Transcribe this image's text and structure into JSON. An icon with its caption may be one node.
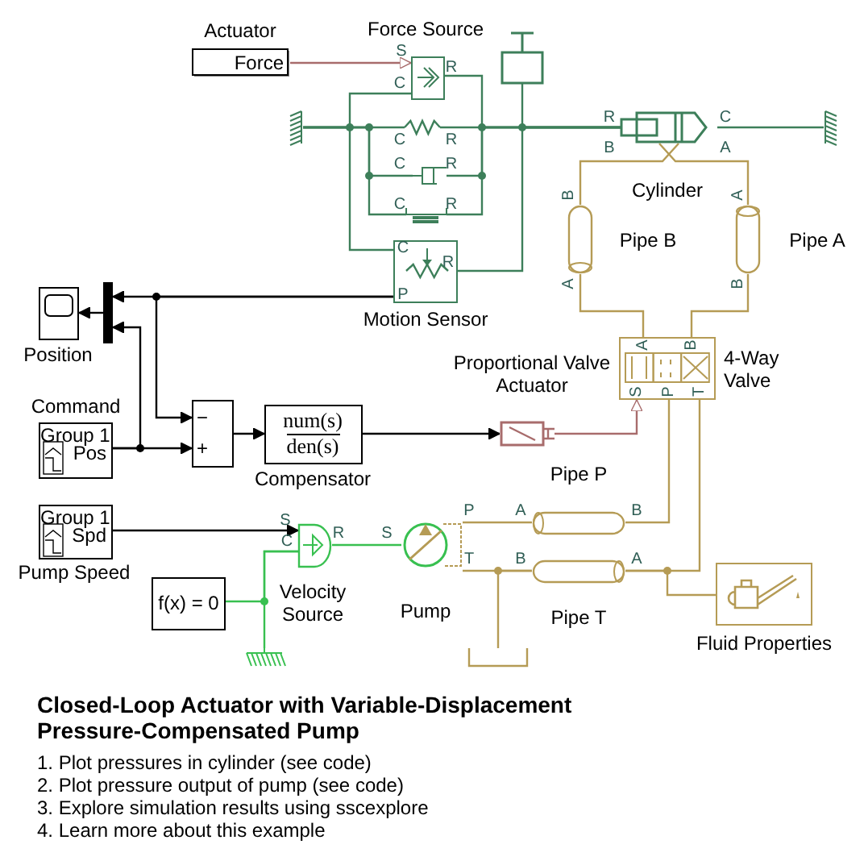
{
  "diagram": {
    "title": "Closed-Loop Actuator with Variable-Displacement Pressure-Compensated Pump",
    "nodes": [
      {
        "text": [
          "Actuator",
          "Force"
        ]
      },
      {
        "text": [
          "Force Source"
        ]
      },
      {
        "text": [],
        "shape": "box"
      },
      {
        "text": [],
        "shape": "bar"
      },
      {
        "text": [],
        "shape": "spring"
      },
      {
        "text": [],
        "shape": "damper"
      },
      {
        "text": [],
        "shape": "bar"
      },
      {
        "text": [
          "Motion Sensor"
        ]
      },
      {
        "text": [
          "Cylinder"
        ]
      },
      {
        "text": [],
        "shape": "bar"
      },
      {
        "text": [
          "Pipe B"
        ]
      },
      {
        "text": [
          "Pipe A"
        ]
      },
      {
        "text": [
          "Position"
        ]
      },
      {
        "text": [],
        "shape": "bar"
      },
      {
        "text": [
          "Command",
          "Group 1",
          "Pos"
        ]
      },
      {
        "text": [
          "−",
          "+"
        ]
      },
      {
        "text": [
          "num(s)",
          "den(s)",
          "Compensator"
        ]
      },
      {
        "text": [
          "Proportional Valve Actuator"
        ]
      },
      {
        "text": [
          "4-Way Valve"
        ]
      },
      {
        "text": [
          "Group 1",
          "Spd",
          "Pump Speed"
        ]
      },
      {
        "text": [
          "Velocity Source"
        ]
      },
      {
        "text": [
          "f(x) = 0"
        ]
      },
      {
        "text": [],
        "shape": "bar"
      },
      {
        "text": [
          "Pump"
        ]
      },
      {
        "text": [
          "Pipe P"
        ]
      },
      {
        "text": [
          "Pipe T"
        ]
      },
      {
        "text": [],
        "shape": "box"
      },
      {
        "text": [
          "Fluid Properties"
        ]
      }
    ],
    "edges": [
      {
        "from": 0,
        "to": 1,
        "arrow": "to",
        "color": "#a86c6c"
      },
      {
        "from": 1,
        "to": 3,
        "arrow": "none",
        "color": "#3d7f5a"
      },
      {
        "from": 4,
        "to": 3,
        "arrow": "none",
        "color": "#3d7f5a"
      },
      {
        "from": 5,
        "to": 3,
        "arrow": "none",
        "color": "#3d7f5a"
      },
      {
        "from": 6,
        "to": 3,
        "arrow": "none",
        "color": "#3d7f5a"
      },
      {
        "from": 7,
        "to": 3,
        "arrow": "none",
        "color": "#3d7f5a"
      },
      {
        "from": 1,
        "to": 8,
        "arrow": "none",
        "color": "#3d7f5a"
      },
      {
        "from": 4,
        "to": 8,
        "arrow": "none",
        "color": "#3d7f5a"
      },
      {
        "from": 5,
        "to": 8,
        "arrow": "none",
        "color": "#3d7f5a"
      },
      {
        "from": 6,
        "to": 8,
        "arrow": "none",
        "color": "#3d7f5a"
      },
      {
        "from": 2,
        "to": 8,
        "arrow": "none",
        "color": "#3d7f5a"
      },
      {
        "from": 7,
        "to": 8,
        "arrow": "none",
        "color": "#3d7f5a"
      },
      {
        "from": 8,
        "to": 9,
        "arrow": "none",
        "color": "#3d7f5a"
      },
      {
        "from": 8,
        "to": 10,
        "arrow": "none",
        "color": "#b59b55"
      },
      {
        "from": 8,
        "to": 11,
        "arrow": "none",
        "color": "#b59b55"
      },
      {
        "from": 10,
        "to": 18,
        "arrow": "none",
        "color": "#b59b55"
      },
      {
        "from": 11,
        "to": 18,
        "arrow": "none",
        "color": "#b59b55"
      },
      {
        "from": 7,
        "to": 13,
        "arrow": "to",
        "color": "#000000"
      },
      {
        "from": 13,
        "to": 12,
        "arrow": "to",
        "color": "#000000"
      },
      {
        "from": 7,
        "to": 15,
        "arrow": "to",
        "color": "#000000"
      },
      {
        "from": 14,
        "to": 15,
        "arrow": "to",
        "color": "#000000"
      },
      {
        "from": 14,
        "to": 13,
        "arrow": "to",
        "color": "#000000"
      },
      {
        "from": 15,
        "to": 16,
        "arrow": "to",
        "color": "#000000"
      },
      {
        "from": 16,
        "to": 17,
        "arrow": "to",
        "color": "#000000"
      },
      {
        "from": 17,
        "to": 18,
        "arrow": "to",
        "color": "#a86c6c"
      },
      {
        "from": 24,
        "to": 18,
        "arrow": "none",
        "color": "#b59b55"
      },
      {
        "from": 25,
        "to": 18,
        "arrow": "none",
        "color": "#b59b55"
      },
      {
        "from": 27,
        "to": 25,
        "arrow": "none",
        "color": "#b59b55"
      },
      {
        "from": 23,
        "to": 24,
        "arrow": "none",
        "color": "#b59b55"
      },
      {
        "from": 23,
        "to": 25,
        "arrow": "none",
        "color": "#b59b55"
      },
      {
        "from": 26,
        "to": 25,
        "arrow": "none",
        "color": "#b59b55"
      },
      {
        "from": 19,
        "to": 20,
        "arrow": "to",
        "color": "#000000"
      },
      {
        "from": 20,
        "to": 23,
        "arrow": "none",
        "color": "#38c050"
      },
      {
        "from": 21,
        "to": 20,
        "arrow": "none",
        "color": "#38c050"
      },
      {
        "from": 22,
        "to": 20,
        "arrow": "none",
        "color": "#38c050"
      }
    ],
    "labels": [
      "S",
      "C",
      "R",
      "C",
      "R",
      "C",
      "R",
      "C",
      "R",
      "C",
      "R",
      "P",
      "R",
      "C",
      "B",
      "A",
      "B",
      "A",
      "A",
      "B",
      "A",
      "B",
      "S",
      "P",
      "T",
      "S",
      "P",
      "T",
      "A",
      "B",
      "B",
      "A",
      "S",
      "C",
      "R",
      "1. Plot pressures in cylinder (see code)",
      "2. Plot pressure output of pump (see code)",
      "3. Explore simulation results using sscexplore",
      "4. Learn more about this example"
    ]
  }
}
